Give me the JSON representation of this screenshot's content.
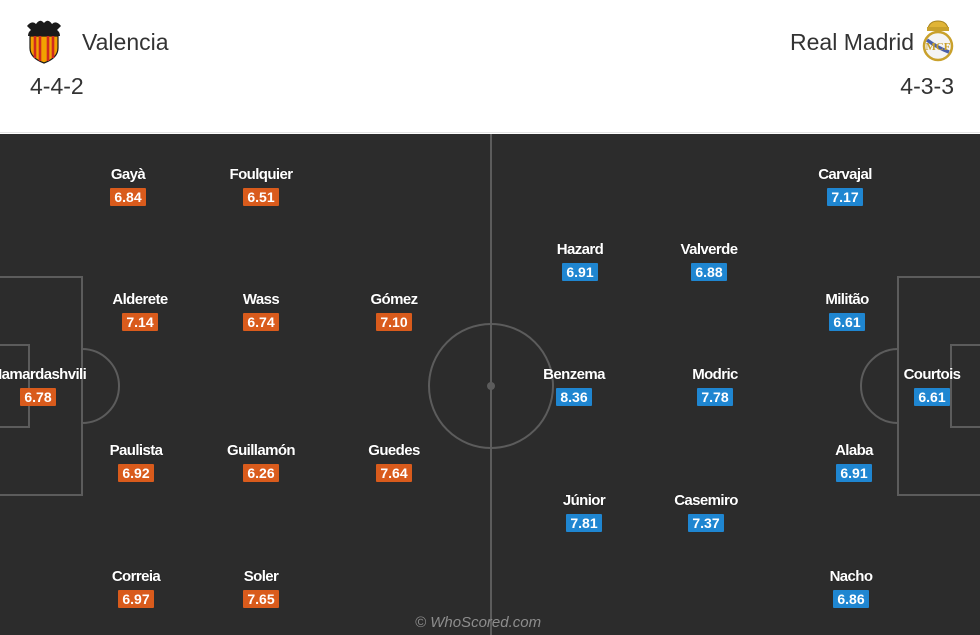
{
  "home": {
    "name": "Valencia",
    "formation": "4-4-2",
    "crest_icon": "valencia-bat-crest",
    "rating_color": "#d95b1c",
    "players": [
      {
        "name": "Gayà",
        "rating": "6.84"
      },
      {
        "name": "Foulquier",
        "rating": "6.51"
      },
      {
        "name": "Alderete",
        "rating": "7.14"
      },
      {
        "name": "Wass",
        "rating": "6.74"
      },
      {
        "name": "Gómez",
        "rating": "7.10"
      },
      {
        "name": "Mamardashvili",
        "rating": "6.78"
      },
      {
        "name": "Paulista",
        "rating": "6.92"
      },
      {
        "name": "Guillamón",
        "rating": "6.26"
      },
      {
        "name": "Guedes",
        "rating": "7.64"
      },
      {
        "name": "Correia",
        "rating": "6.97"
      },
      {
        "name": "Soler",
        "rating": "7.65"
      }
    ]
  },
  "away": {
    "name": "Real Madrid",
    "formation": "4-3-3",
    "crest_icon": "real-madrid-crest",
    "rating_color": "#1f86d1",
    "players": [
      {
        "name": "Carvajal",
        "rating": "7.17"
      },
      {
        "name": "Hazard",
        "rating": "6.91"
      },
      {
        "name": "Valverde",
        "rating": "6.88"
      },
      {
        "name": "Militão",
        "rating": "6.61"
      },
      {
        "name": "Benzema",
        "rating": "8.36"
      },
      {
        "name": "Modric",
        "rating": "7.78"
      },
      {
        "name": "Courtois",
        "rating": "6.61"
      },
      {
        "name": "Alaba",
        "rating": "6.91"
      },
      {
        "name": "Júnior",
        "rating": "7.81"
      },
      {
        "name": "Casemiro",
        "rating": "7.37"
      },
      {
        "name": "Nacho",
        "rating": "6.86"
      }
    ]
  },
  "pitch_color": "#2c2c2c",
  "watermark": "© WhoScored.com"
}
